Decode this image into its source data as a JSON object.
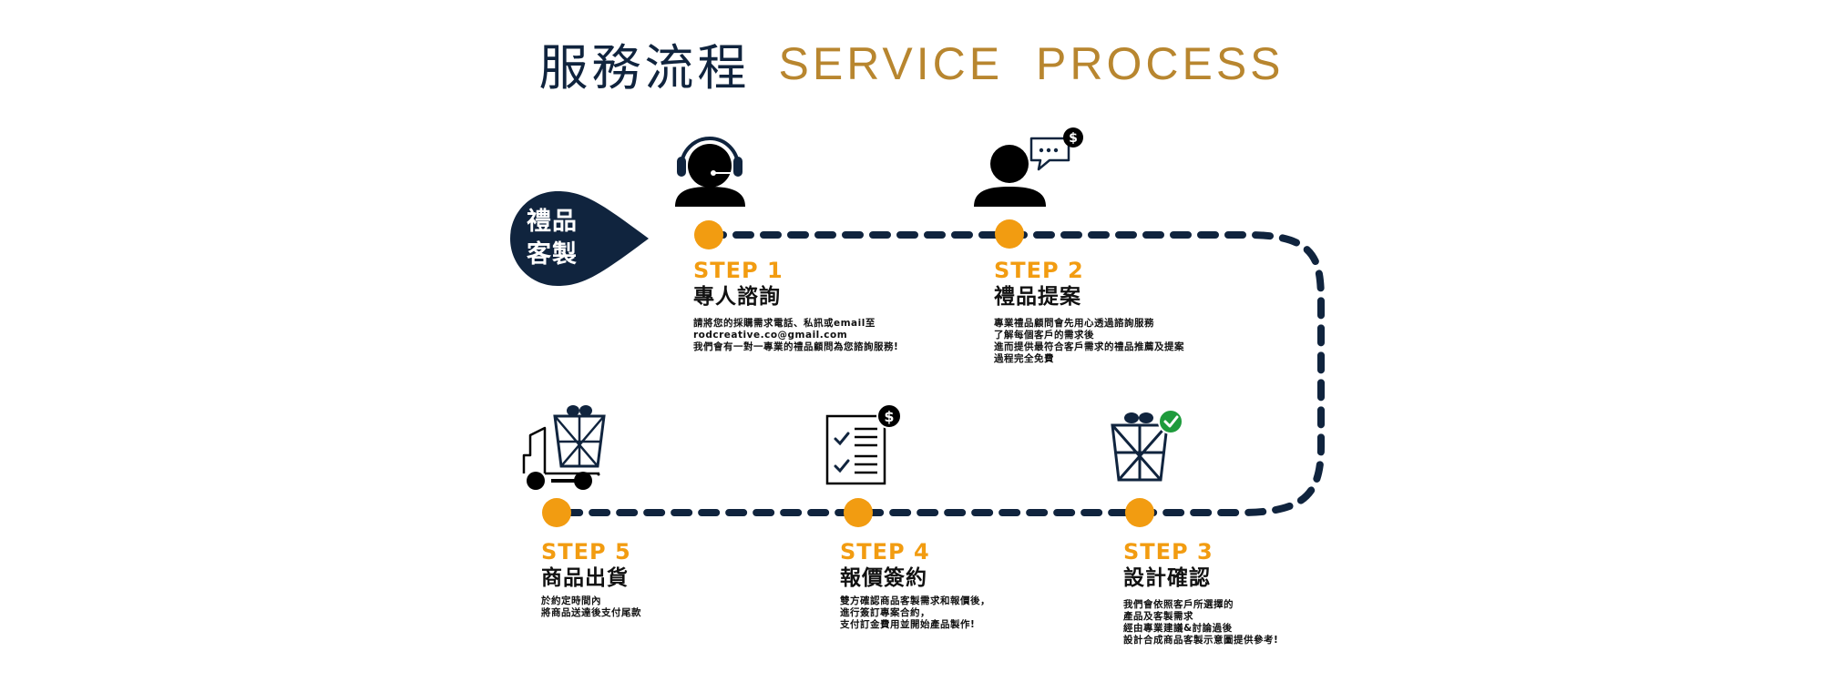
{
  "header": {
    "title_zh": "服務流程",
    "title_en": "SERVICE  PROCESS"
  },
  "badge": {
    "line1": "禮品",
    "line2": "客製"
  },
  "colors": {
    "navy": "#10243e",
    "orange": "#f29c11",
    "gold": "#b8862f",
    "green": "#1e9b3c",
    "black": "#000000"
  },
  "steps": [
    {
      "label": "STEP 1",
      "title": "專人諮詢",
      "icon": "headset-agent-icon",
      "desc": [
        "請將您的採購需求電話、私訊或email至",
        "rodcreative.co@gmail.com",
        "我們會有一對一專業的禮品顧問為您諮詢服務!"
      ]
    },
    {
      "label": "STEP 2",
      "title": "禮品提案",
      "icon": "person-chat-price-icon",
      "desc": [
        "專業禮品顧問會先用心透過諮詢服務",
        "了解每個客戶的需求後",
        "進而提供最符合客戶需求的禮品推薦及提案",
        "過程完全免費"
      ]
    },
    {
      "label": "STEP 3",
      "title": "設計確認",
      "icon": "gift-check-icon",
      "desc": [
        "我們會依照客戶所選擇的",
        "產品及客製需求",
        "經由專業建議&討論過後",
        "設計合成商品客製示意圖提供參考!"
      ]
    },
    {
      "label": "STEP 4",
      "title": "報價簽約",
      "icon": "checklist-price-icon",
      "desc": [
        "雙方確認商品客製需求和報價後，",
        "進行簽訂專案合約，",
        "支付訂金費用並開始產品製作!"
      ]
    },
    {
      "label": "STEP 5",
      "title": "商品出貨",
      "icon": "delivery-truck-gift-icon",
      "desc": [
        "於約定時間內",
        "將商品送達後支付尾款"
      ]
    }
  ]
}
